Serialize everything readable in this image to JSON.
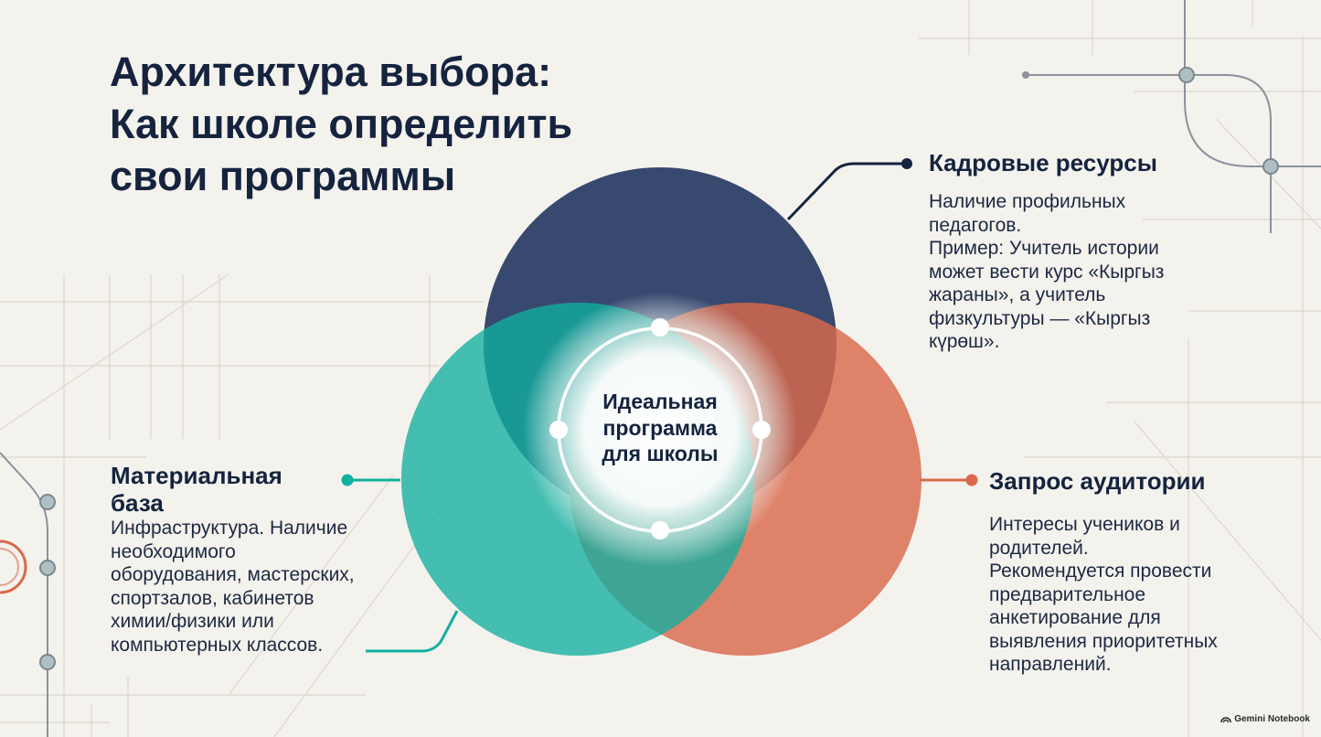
{
  "title": {
    "lines": [
      "Архитектура выбора:",
      "Как школе определить",
      "свои программы"
    ]
  },
  "center": {
    "lines": [
      "Идеальная",
      "программа",
      "для школы"
    ]
  },
  "staff": {
    "title": "Кадровые ресурсы",
    "body": [
      "Наличие профильных",
      "педагогов.",
      "Пример: Учитель истории",
      "может вести курс «Кыргыз",
      "жараны», а учитель",
      "физкультуры — «Кыргыз",
      "күрөш»."
    ],
    "color": "#2d3f68"
  },
  "audience": {
    "title": "Запрос аудитории",
    "body": [
      "Интересы учеников и",
      "родителей.",
      "Рекомендуется провести",
      "предварительное",
      "анкетирование для",
      "выявления приоритетных",
      "направлений."
    ],
    "color": "#d9694c"
  },
  "material": {
    "title": [
      "Материальная",
      "база"
    ],
    "body": [
      "Инфраструктура. Наличие",
      "необходимого",
      "оборудования, мастерских,",
      "спортзалов, кабинетов",
      "химии/физики или",
      "компьютерных классов."
    ],
    "color": "#11b0a0"
  },
  "brand": {
    "text": "Gemini Notebook"
  }
}
